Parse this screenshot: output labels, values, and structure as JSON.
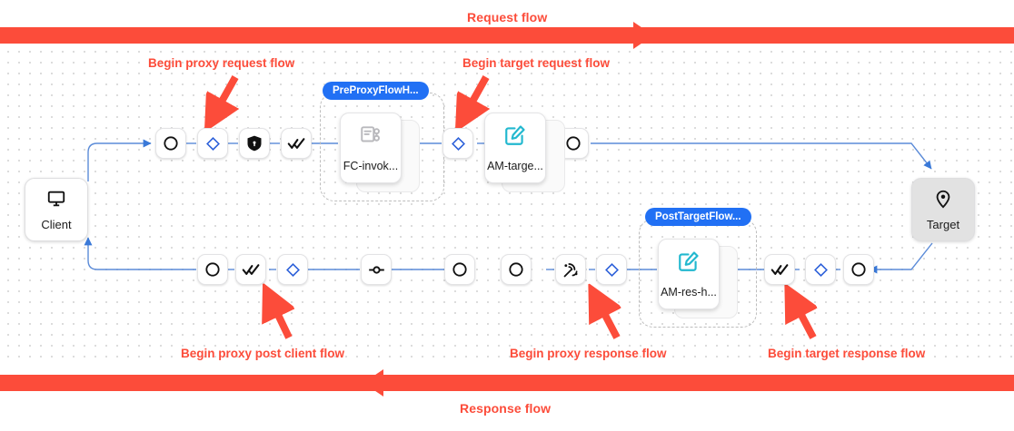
{
  "diagram": {
    "title_request": "Request flow",
    "title_response": "Response flow",
    "accent_red": "#fc4c3a",
    "edge_blue": "#4a7fd4",
    "group_badge_blue": "#2170f4",
    "icon_cyan": "#22b8cf",
    "diamond_blue": "#2b5fd9"
  },
  "annotations": [
    {
      "id": "a1",
      "label": "Begin proxy request flow"
    },
    {
      "id": "a2",
      "label": "Begin target request flow"
    },
    {
      "id": "a3",
      "label": "Begin proxy post client flow"
    },
    {
      "id": "a4",
      "label": "Begin proxy response flow"
    },
    {
      "id": "a5",
      "label": "Begin target response flow"
    }
  ],
  "endpoints": {
    "client": {
      "label": "Client",
      "icon": "monitor-icon"
    },
    "target": {
      "label": "Target",
      "icon": "map-pin-icon"
    }
  },
  "groups": [
    {
      "id": "g1",
      "label": "PreProxyFlowH..."
    },
    {
      "id": "g2",
      "label": "PostTargetFlow..."
    }
  ],
  "policies": [
    {
      "id": "p1",
      "label": "FC-invok...",
      "icon": "flow-callout-icon"
    },
    {
      "id": "p2",
      "label": "AM-targe...",
      "icon": "assign-message-icon"
    },
    {
      "id": "p3",
      "label": "AM-res-h...",
      "icon": "assign-message-icon"
    }
  ],
  "request_row": [
    {
      "id": "r1",
      "icon": "circle-icon"
    },
    {
      "id": "r2",
      "icon": "diamond-icon"
    },
    {
      "id": "r3",
      "icon": "shield-lock-icon"
    },
    {
      "id": "r4",
      "icon": "double-check-icon"
    },
    {
      "id": "r5",
      "icon": "diamond-icon"
    },
    {
      "id": "r6",
      "icon": "circle-icon"
    }
  ],
  "response_row": [
    {
      "id": "s1",
      "icon": "circle-icon"
    },
    {
      "id": "s2",
      "icon": "double-check-icon"
    },
    {
      "id": "s3",
      "icon": "diamond-icon"
    },
    {
      "id": "s4",
      "icon": "flow-node-icon"
    },
    {
      "id": "s5",
      "icon": "circle-icon"
    },
    {
      "id": "s6",
      "icon": "circle-icon"
    },
    {
      "id": "s7",
      "icon": "signal-icon"
    },
    {
      "id": "s8",
      "icon": "diamond-icon"
    },
    {
      "id": "s9",
      "icon": "double-check-icon"
    },
    {
      "id": "s10",
      "icon": "diamond-icon"
    },
    {
      "id": "s11",
      "icon": "circle-icon"
    }
  ]
}
